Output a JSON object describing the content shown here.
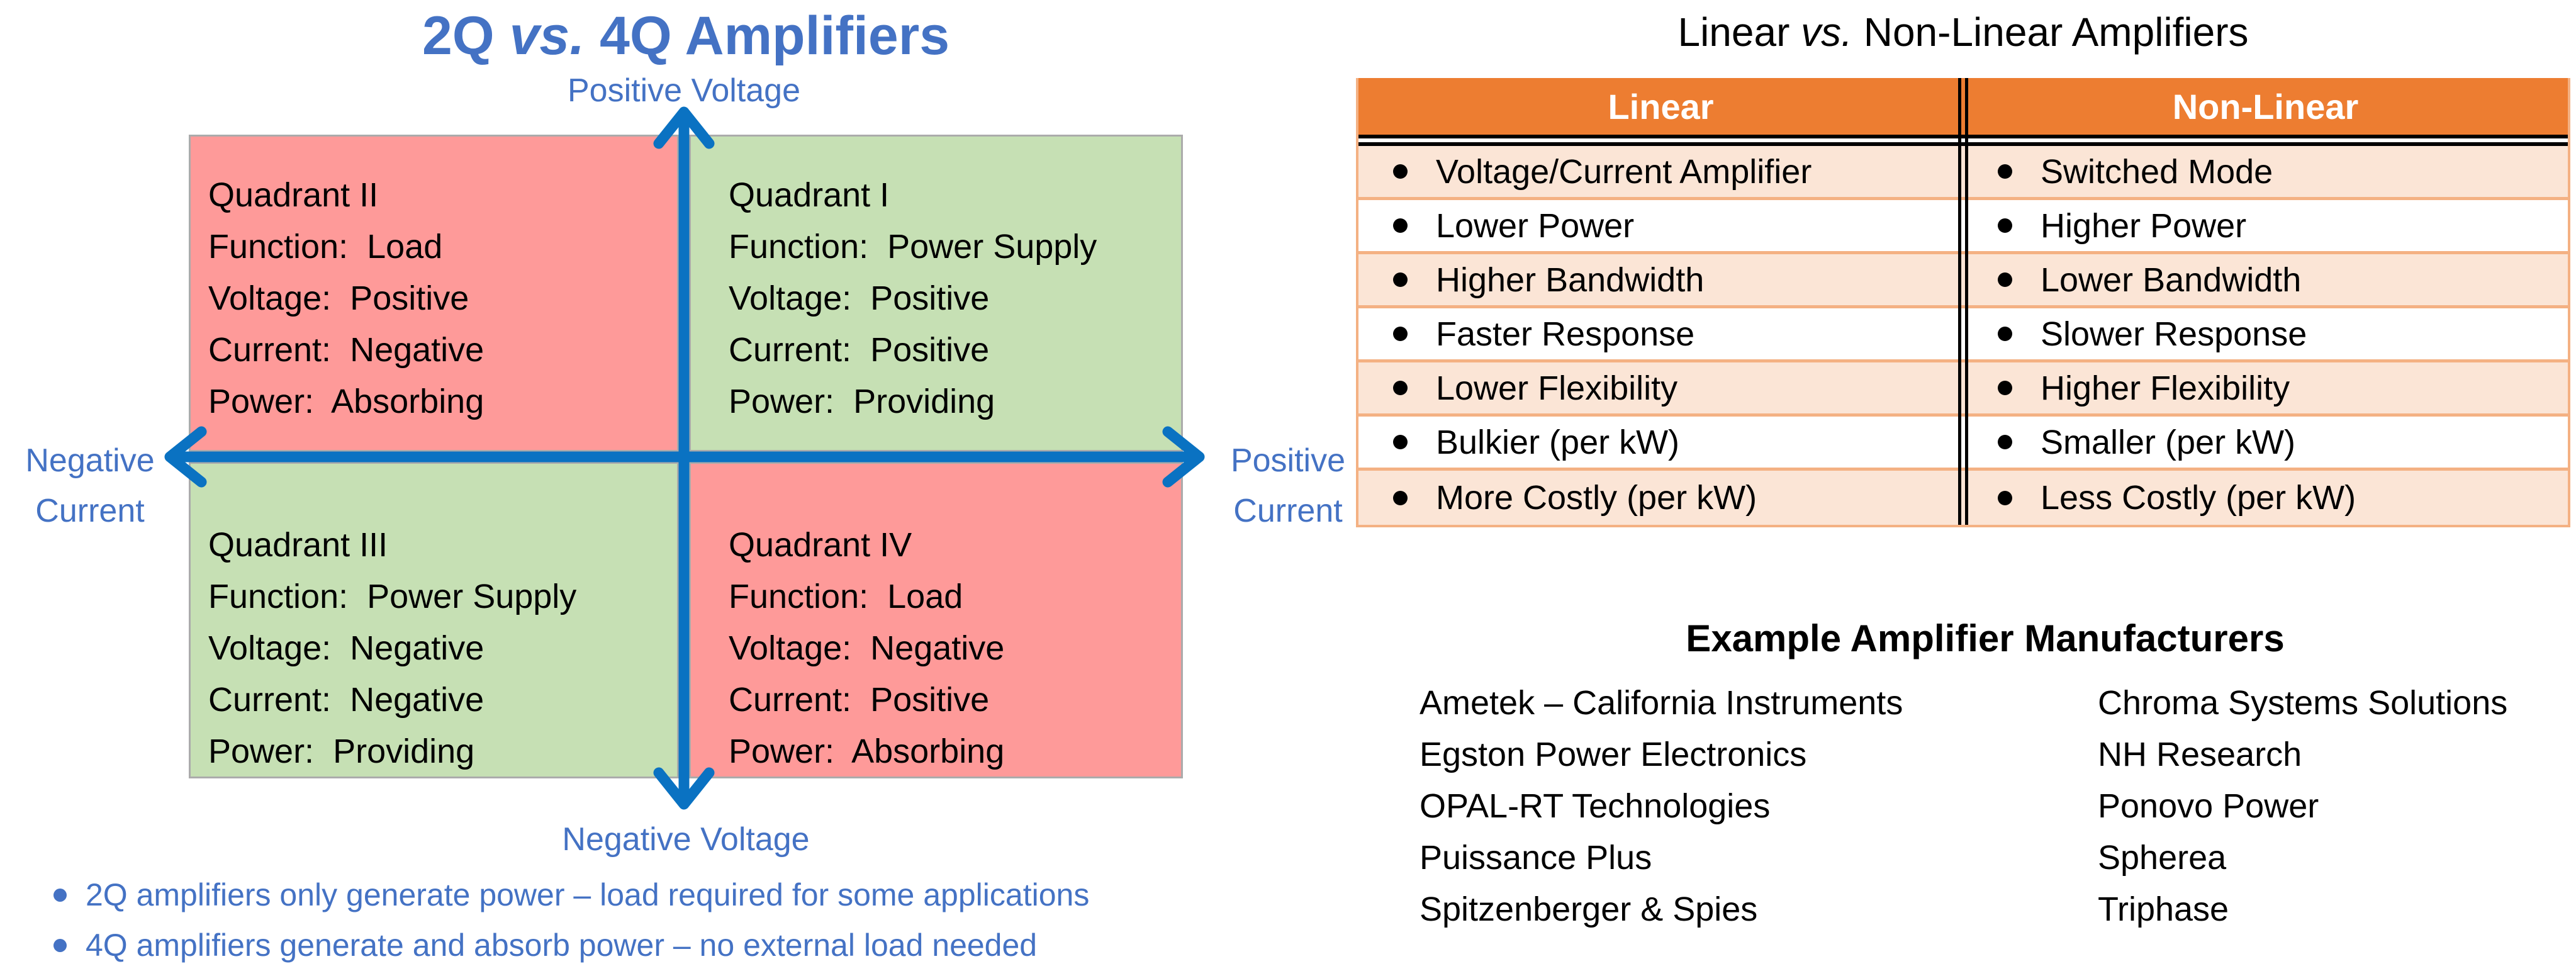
{
  "colors": {
    "accent_blue_text": "#4472C4",
    "axis_blue": "#0A72C2",
    "quadrant_pink": "#FE9A99",
    "quadrant_green": "#C6E0B4",
    "quadrant_border_gray": "#ABABAB",
    "table_header_orange": "#ED7D31",
    "table_row_peach": "#FBE5D6",
    "table_border_orange": "#F4B183"
  },
  "left": {
    "title": {
      "pre": "2Q ",
      "vs": "vs.",
      "post": " 4Q Amplifiers"
    },
    "axis": {
      "top": "Positive Voltage",
      "bottom": "Negative Voltage",
      "left_line1": "Negative",
      "left_line2": "Current",
      "right_line1": "Positive",
      "right_line2": "Current"
    },
    "quadrants": [
      {
        "name": "quadrant-2",
        "lines": [
          "Quadrant II",
          "Function:  Load",
          "Voltage:  Positive",
          "Current:  Negative",
          "Power:  Absorbing"
        ]
      },
      {
        "name": "quadrant-1",
        "lines": [
          "Quadrant I",
          "Function:  Power Supply",
          "Voltage:  Positive",
          "Current:  Positive",
          "Power:  Providing"
        ]
      },
      {
        "name": "quadrant-3",
        "lines": [
          "Quadrant III",
          "Function:  Power Supply",
          "Voltage:  Negative",
          "Current:  Negative",
          "Power:  Providing"
        ]
      },
      {
        "name": "quadrant-4",
        "lines": [
          "Quadrant IV",
          "Function:  Load",
          "Voltage:  Negative",
          "Current:  Positive",
          "Power:  Absorbing"
        ]
      }
    ],
    "notes": [
      "2Q amplifiers only generate power – load required for some applications",
      "4Q amplifiers generate and absorb power – no external load needed"
    ]
  },
  "right": {
    "table_title": {
      "pre": "Linear ",
      "vs": "vs.",
      "post": " Non-Linear Amplifiers"
    },
    "table": {
      "headers": [
        "Linear",
        "Non-Linear"
      ],
      "rows": [
        [
          "Voltage/Current Amplifier",
          "Switched Mode"
        ],
        [
          "Lower Power",
          "Higher Power"
        ],
        [
          "Higher Bandwidth",
          "Lower Bandwidth"
        ],
        [
          "Faster Response",
          "Slower Response"
        ],
        [
          "Lower Flexibility",
          "Higher Flexibility"
        ],
        [
          "Bulkier (per kW)",
          "Smaller (per kW)"
        ],
        [
          "More Costly (per kW)",
          "Less Costly (per kW)"
        ]
      ]
    },
    "manufacturers": {
      "title": "Example Amplifier Manufacturers",
      "left": [
        "Ametek – California Instruments",
        "Egston Power Electronics",
        "OPAL-RT Technologies",
        "Puissance Plus",
        "Spitzenberger & Spies"
      ],
      "right": [
        "Chroma Systems Solutions",
        "NH Research",
        "Ponovo Power",
        "Spherea",
        "Triphase"
      ]
    }
  }
}
